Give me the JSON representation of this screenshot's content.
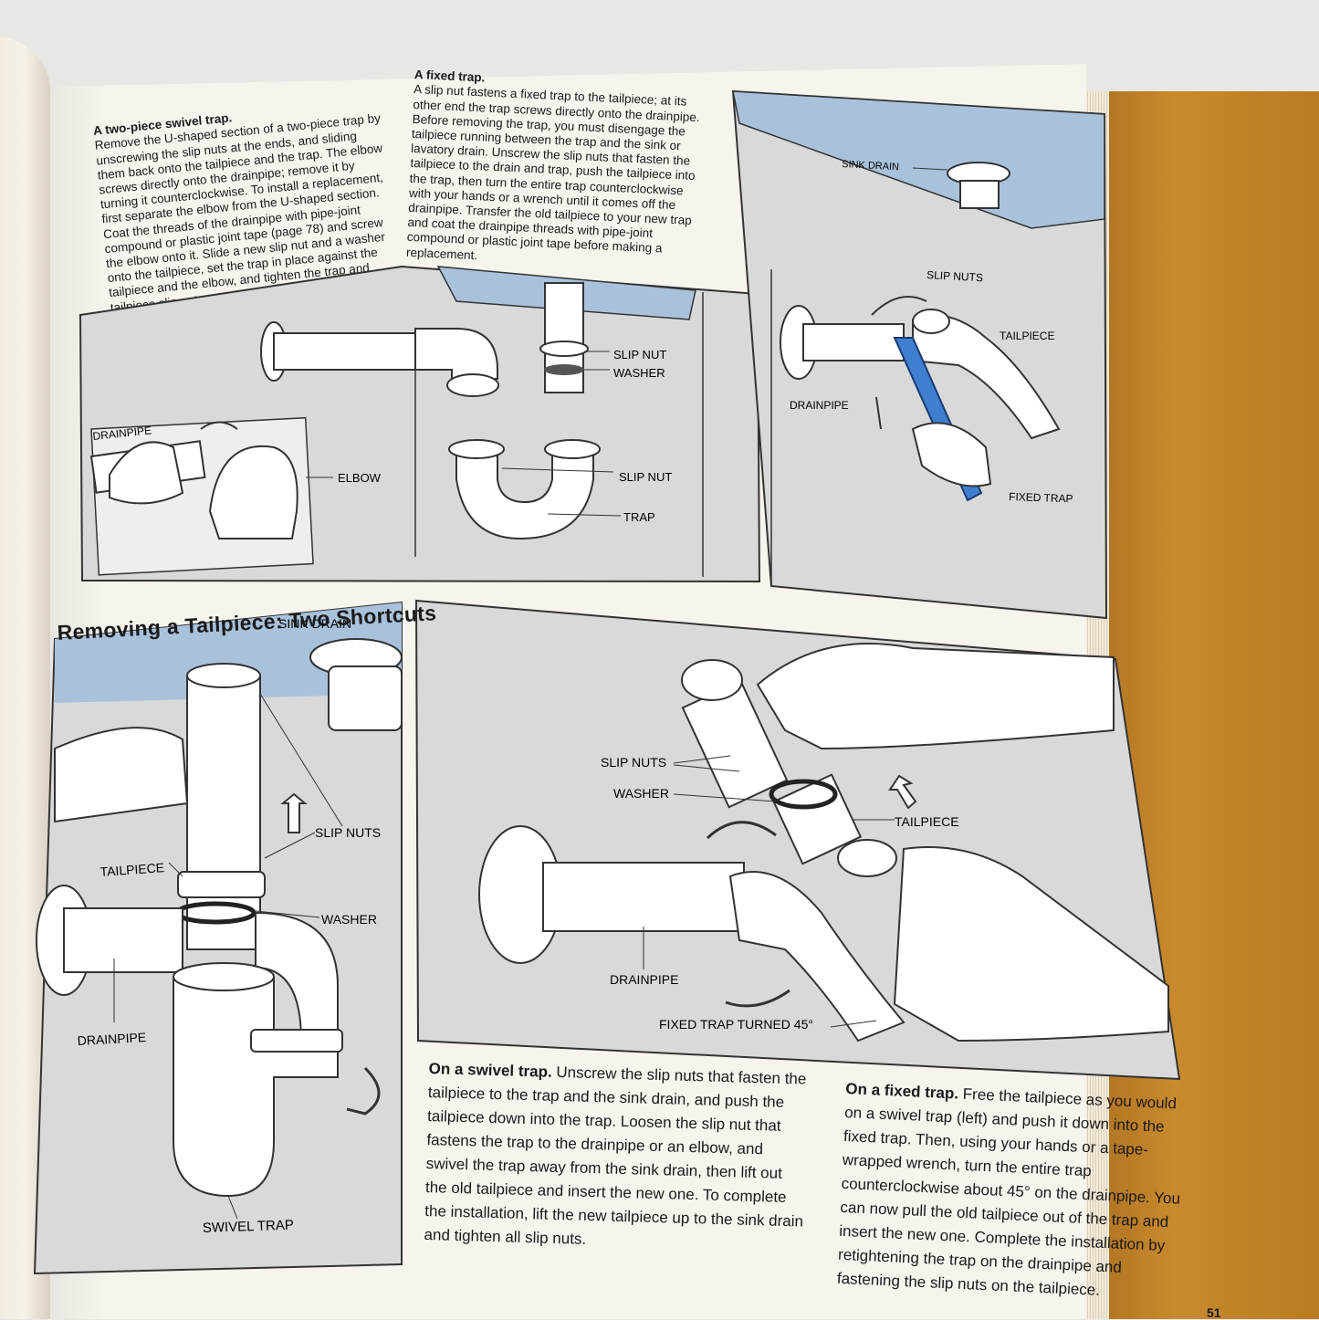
{
  "top_left": {
    "lead": "A two-piece swivel trap.",
    "body": "Remove the U-shaped section of a two-piece trap by unscrewing the slip nuts at the ends, and sliding them back onto the tailpiece and the trap. The elbow screws directly onto the drainpipe; remove it by turning it counterclockwise. To install a replacement, first separate the elbow from the U-shaped section. Coat the threads of the drainpipe with pipe-joint compound or plastic joint tape (page 78) and screw the elbow onto it. Slide a new slip nut and a washer onto the tailpiece, set the trap in place against the tailpiece and the elbow, and tighten the trap and tailpiece slip nuts."
  },
  "top_right": {
    "lead": "A fixed trap.",
    "body": "A slip nut fastens a fixed trap to the tailpiece; at its other end the trap screws directly onto the drainpipe. Before removing the trap, you must disengage the tailpiece running between the trap and the sink or lavatory drain. Unscrew the slip nuts that fasten the tailpiece to the drain and trap, push the tailpiece into the trap, then turn the entire trap counterclockwise with your hands or a wrench until it comes off the drainpipe. Transfer the old tailpiece to your new trap and coat the drainpipe threads with pipe-joint compound or plastic joint tape before making a replacement."
  },
  "fig1_labels": {
    "drainpipe": "DRAINPIPE",
    "elbow": "ELBOW",
    "slip_nut_a": "SLIP NUT",
    "washer": "WASHER",
    "slip_nut_b": "SLIP NUT",
    "trap": "TRAP"
  },
  "fig2_labels": {
    "sink_drain": "SINK DRAIN",
    "slip_nuts": "SLIP NUTS",
    "tailpiece": "TAILPIECE",
    "drainpipe": "DRAINPIPE",
    "fixed_trap": "FIXED TRAP"
  },
  "section_title": "Removing a Tailpiece: Two Shortcuts",
  "fig3_labels": {
    "sink_drain": "SINK DRAIN",
    "slip_nuts": "SLIP NUTS",
    "tailpiece": "TAILPIECE",
    "washer": "WASHER",
    "drainpipe": "DRAINPIPE",
    "swivel_trap": "SWIVEL TRAP"
  },
  "fig4_labels": {
    "slip_nuts": "SLIP NUTS",
    "washer": "WASHER",
    "tailpiece": "TAILPIECE",
    "drainpipe": "DRAINPIPE",
    "fixed_trap_turned": "FIXED TRAP TURNED 45°"
  },
  "bottom_left": {
    "lead": "On a swivel trap.",
    "body": "Unscrew the slip nuts that fasten the tailpiece to the trap and the sink drain, and push the tailpiece down into the trap. Loosen the slip nut that fastens the trap to the drainpipe or an elbow, and swivel the trap away from the sink drain, then lift out the old tailpiece and insert the new one. To complete the installation, lift the new tailpiece up to the sink drain and tighten all slip nuts."
  },
  "bottom_right": {
    "lead": "On a fixed trap.",
    "body": "Free the tailpiece as you would on a swivel trap (left) and push it down into the fixed trap. Then, using your hands or a tape-wrapped wrench, turn the entire trap counterclockwise about 45° on the drainpipe. You can now pull the old tailpiece out of the trap and insert the new one. Complete the installation by retightening the trap on the drainpipe and fastening the slip nuts on the tailpiece."
  },
  "page_number": "51",
  "colors": {
    "panel_gray": "#d9d9d9",
    "sink_blue": "#a9c2dc",
    "wrench_blue": "#3f7fd0",
    "cover": "#c98a2e"
  }
}
